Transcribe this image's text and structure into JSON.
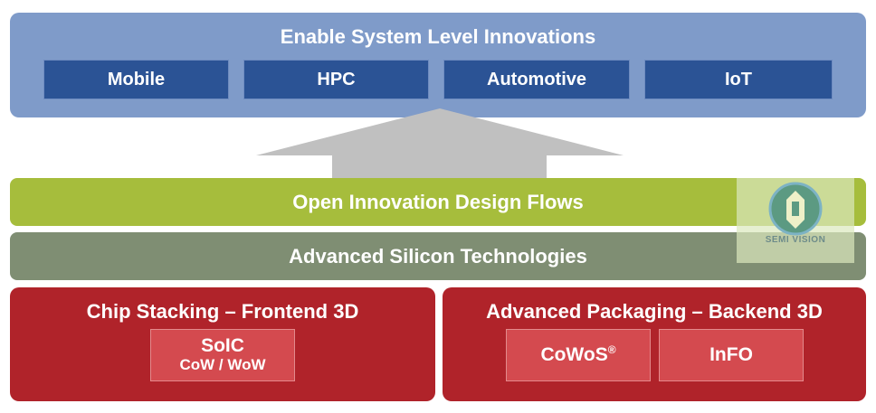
{
  "top": {
    "title": "Enable System Level Innovations",
    "applications": [
      "Mobile",
      "HPC",
      "Automotive",
      "IoT"
    ]
  },
  "flows": {
    "label": "Open Innovation Design Flows"
  },
  "silicon": {
    "label": "Advanced Silicon Technologies"
  },
  "watermark": {
    "text": "SEMI VISION"
  },
  "frontend": {
    "title": "Chip Stacking – Frontend 3D",
    "box_main": "SoIC",
    "box_sub": "CoW / WoW"
  },
  "backend": {
    "title": "Advanced Packaging – Backend 3D",
    "box1": "CoWoS",
    "box1_mark": "®",
    "box2": "InFO"
  },
  "colors": {
    "top_panel": "#7f9bc9",
    "app_box": "#2b5395",
    "arrow": "#c0c0c0",
    "flows_band": "#a6bd3c",
    "silicon_band": "#7f8e73",
    "red_panel": "#b0232a",
    "tech_box": "#d44a4f"
  }
}
